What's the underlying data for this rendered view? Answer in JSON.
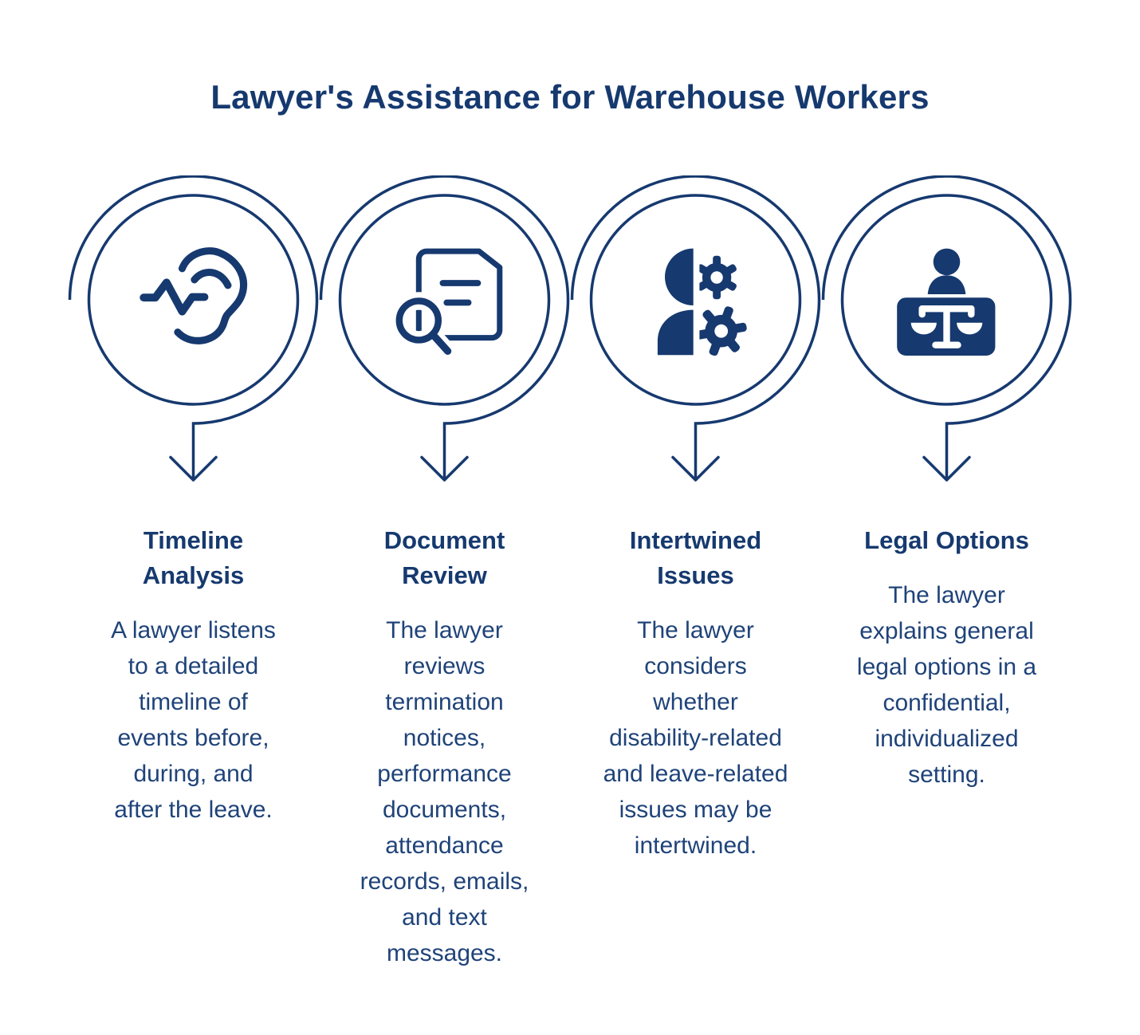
{
  "title": "Lawyer's Assistance for Warehouse Workers",
  "colors": {
    "accent": "#16396F",
    "body_text": "#1F4379",
    "background": "#FFFFFF"
  },
  "steps": [
    {
      "icon": "ear-listening-icon",
      "heading": "Timeline\nAnalysis",
      "description": "A lawyer listens\nto a detailed\ntimeline of\nevents before,\nduring, and\nafter the leave."
    },
    {
      "icon": "document-search-icon",
      "heading": "Document\nReview",
      "description": "The lawyer\nreviews\ntermination\nnotices,\nperformance\ndocuments,\nattendance\nrecords, emails,\nand text\nmessages."
    },
    {
      "icon": "person-gears-icon",
      "heading": "Intertwined\nIssues",
      "description": "The lawyer\nconsiders\nwhether\ndisability-related\nand leave-related\nissues may be\nintertwined."
    },
    {
      "icon": "lawyer-scales-icon",
      "heading": "Legal Options",
      "description": "The lawyer\nexplains general\nlegal options in a\nconfidential,\nindividualized\nsetting."
    }
  ]
}
